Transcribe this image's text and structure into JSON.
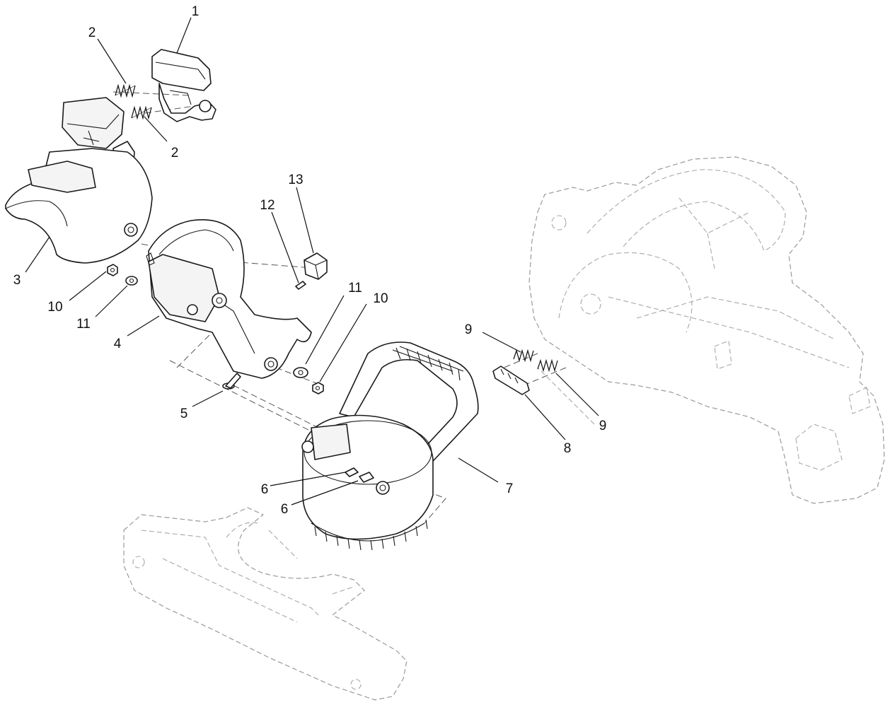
{
  "diagram": {
    "callouts": [
      {
        "id": "c1",
        "text": "1"
      },
      {
        "id": "c2a",
        "text": "2"
      },
      {
        "id": "c2b",
        "text": "2"
      },
      {
        "id": "c3",
        "text": "3"
      },
      {
        "id": "c4",
        "text": "4"
      },
      {
        "id": "c5",
        "text": "5"
      },
      {
        "id": "c6a",
        "text": "6"
      },
      {
        "id": "c6b",
        "text": "6"
      },
      {
        "id": "c7",
        "text": "7"
      },
      {
        "id": "c8",
        "text": "8"
      },
      {
        "id": "c9a",
        "text": "9"
      },
      {
        "id": "c9b",
        "text": "9"
      },
      {
        "id": "c10a",
        "text": "10"
      },
      {
        "id": "c10b",
        "text": "10"
      },
      {
        "id": "c11a",
        "text": "11"
      },
      {
        "id": "c11b",
        "text": "11"
      },
      {
        "id": "c12",
        "text": "12"
      },
      {
        "id": "c13",
        "text": "13"
      }
    ]
  }
}
